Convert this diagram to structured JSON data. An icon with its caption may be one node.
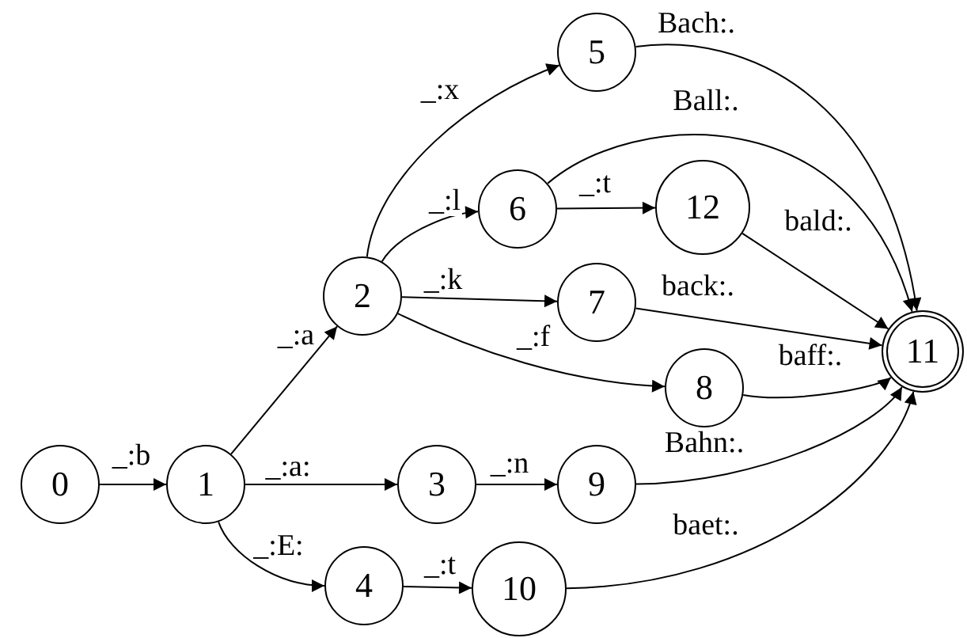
{
  "diagram": {
    "nodes": [
      {
        "text": [
          "0"
        ]
      },
      {
        "text": [
          "1"
        ]
      },
      {
        "text": [
          "2"
        ]
      },
      {
        "text": [
          "3"
        ]
      },
      {
        "text": [
          "4"
        ]
      },
      {
        "text": [
          "5"
        ]
      },
      {
        "text": [
          "6"
        ]
      },
      {
        "text": [
          "7"
        ]
      },
      {
        "text": [
          "8"
        ]
      },
      {
        "text": [
          "9"
        ]
      },
      {
        "text": [
          "10"
        ]
      },
      {
        "text": [
          "11"
        ]
      },
      {
        "text": [
          "12"
        ]
      }
    ],
    "edges": [
      {
        "from": 0,
        "to": 1,
        "arrow": "to",
        "label": "_:b"
      },
      {
        "from": 1,
        "to": 2,
        "arrow": "to",
        "label": "_:a"
      },
      {
        "from": 1,
        "to": 3,
        "arrow": "to",
        "label": "_:a:"
      },
      {
        "from": 1,
        "to": 4,
        "arrow": "to",
        "label": "_:E:"
      },
      {
        "from": 2,
        "to": 5,
        "arrow": "to",
        "label": "_:x"
      },
      {
        "from": 2,
        "to": 6,
        "arrow": "to",
        "label": "_:l"
      },
      {
        "from": 2,
        "to": 7,
        "arrow": "to",
        "label": "_:k"
      },
      {
        "from": 2,
        "to": 8,
        "arrow": "to",
        "label": "_:f"
      },
      {
        "from": 3,
        "to": 9,
        "arrow": "to",
        "label": "_:n"
      },
      {
        "from": 4,
        "to": 10,
        "arrow": "to",
        "label": "_:t"
      },
      {
        "from": 6,
        "to": 12,
        "arrow": "to",
        "label": "_:t"
      },
      {
        "from": 5,
        "to": 11,
        "arrow": "to",
        "label": "Bach:."
      },
      {
        "from": 6,
        "to": 11,
        "arrow": "to",
        "label": "Ball:."
      },
      {
        "from": 12,
        "to": 11,
        "arrow": "to",
        "label": "bald:."
      },
      {
        "from": 7,
        "to": 11,
        "arrow": "to",
        "label": "back:."
      },
      {
        "from": 8,
        "to": 11,
        "arrow": "to",
        "label": "baff:."
      },
      {
        "from": 9,
        "to": 11,
        "arrow": "to",
        "label": "Bahn:."
      },
      {
        "from": 10,
        "to": 11,
        "arrow": "to",
        "label": "baet:."
      }
    ]
  }
}
